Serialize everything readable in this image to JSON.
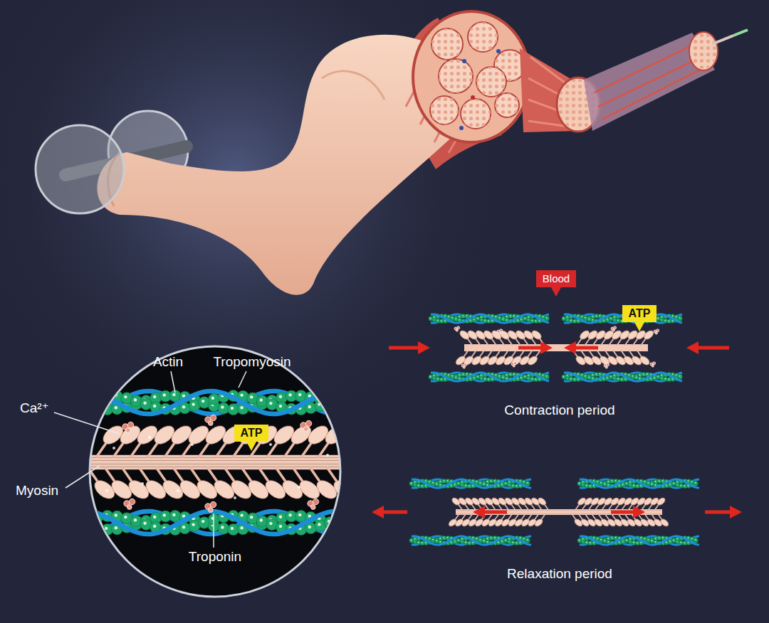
{
  "diagram": {
    "nodes": [
      {
        "text": [
          "Blood"
        ]
      },
      {
        "text": [
          "ATP"
        ]
      },
      {
        "text": [
          "ATP"
        ]
      }
    ],
    "labels": [
      "Ca²⁺",
      "Actin",
      "Tropomyosin",
      "Myosin",
      "Troponin",
      "Contraction period",
      "Relaxation period"
    ]
  }
}
